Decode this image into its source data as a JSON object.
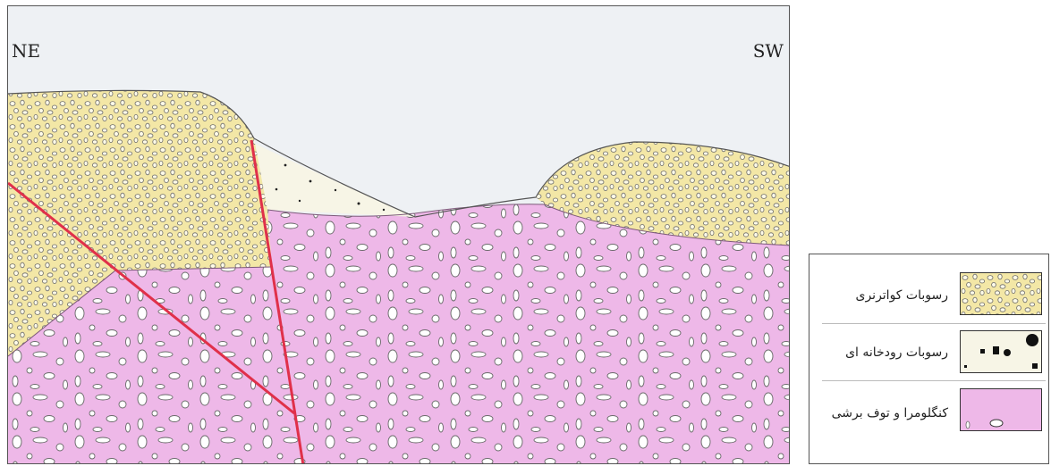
{
  "section": {
    "left_label": "NE",
    "right_label": "SW"
  },
  "legend": {
    "items": [
      {
        "label": "رسوبات کواترنری",
        "color": "#f3e7a6"
      },
      {
        "label": "رسوبات رودخانه ای",
        "color": "#f7f5e6"
      },
      {
        "label": "کنگلومرا و توف برشی",
        "color": "#eeb8e8"
      }
    ]
  },
  "colors": {
    "sky": "#eef1f4",
    "quaternary": "#f3e7a6",
    "alluvium": "#f7f5e6",
    "conglomerate": "#eeb8e8",
    "fault": "#e0304a",
    "pebble_outline": "#6a6a6a"
  }
}
